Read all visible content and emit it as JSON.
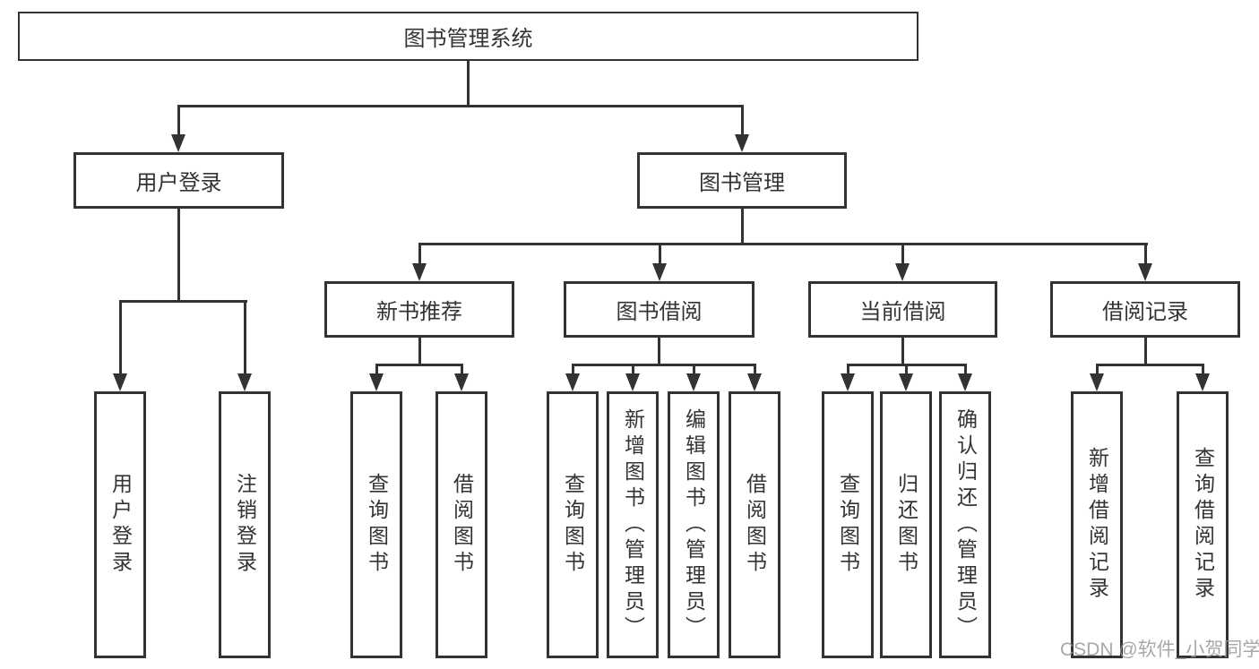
{
  "diagram_title": "图书管理系统",
  "colors": {
    "line": "#333333",
    "text": "#333333",
    "background": "#ffffff",
    "watermark": "#999999"
  },
  "tree": {
    "root": {
      "label": "图书管理系统"
    },
    "branches": [
      {
        "label": "用户登录",
        "leaves": [
          {
            "label": "用户登录"
          },
          {
            "label": "注销登录"
          }
        ]
      },
      {
        "label": "图书管理",
        "groups": [
          {
            "label": "新书推荐",
            "leaves": [
              {
                "label": "查询图书"
              },
              {
                "label": "借阅图书"
              }
            ]
          },
          {
            "label": "图书借阅",
            "leaves": [
              {
                "label": "查询图书"
              },
              {
                "label": "新增图书（管理员）"
              },
              {
                "label": "编辑图书（管理员）"
              },
              {
                "label": "借阅图书"
              }
            ]
          },
          {
            "label": "当前借阅",
            "leaves": [
              {
                "label": "查询图书"
              },
              {
                "label": "归还图书"
              },
              {
                "label": "确认归还（管理员）"
              }
            ]
          },
          {
            "label": "借阅记录",
            "leaves": [
              {
                "label": "新增借阅记录"
              },
              {
                "label": "查询借阅记录"
              }
            ]
          }
        ]
      }
    ]
  },
  "watermark": "CSDN @软件_小贺同学"
}
